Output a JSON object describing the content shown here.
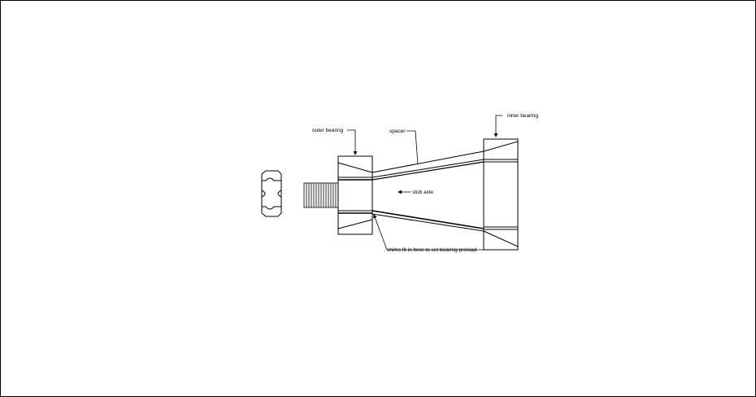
{
  "diagram": {
    "labels": {
      "outer_bearing": "outer bearing",
      "spacer": "spacer",
      "inner_bearing": "inner bearing",
      "stub_axle": "stub axle",
      "shims": "shims fit in here to set bearing preload"
    },
    "colors": {
      "line": "#000000",
      "background": "#ffffff"
    }
  }
}
